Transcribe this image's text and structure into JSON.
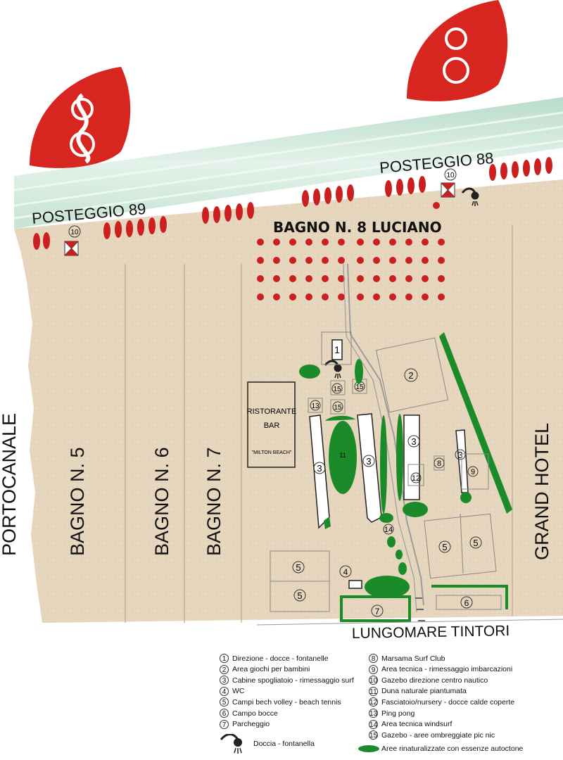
{
  "map": {
    "sea_labels": [
      "POSTEGGIO 89",
      "POSTEGGIO 88"
    ],
    "gazebo_number": "10",
    "bagno_title": "BAGNO N. 8 LUCIANO",
    "neighbors": [
      "PORTOCANALE",
      "BAGNO N. 5",
      "BAGNO N. 6",
      "BAGNO N. 7",
      "GRAND HOTEL"
    ],
    "restaurant": {
      "line1": "RISTORANTE",
      "line2": "BAR",
      "line3": "\"MILTON BEACH\""
    },
    "street": "LUNGOMARE TINTORI",
    "zone_numbers": [
      "1",
      "2",
      "3",
      "3",
      "3",
      "3",
      "4",
      "5",
      "5",
      "5",
      "5",
      "6",
      "7",
      "8",
      "9",
      "11",
      "12",
      "13",
      "14",
      "15",
      "15",
      "15"
    ],
    "colors": {
      "sand": "#e6d6bd",
      "sea": "#cde6d9",
      "umbrella": "#cc1f1f",
      "vegetation": "#1b8b2a",
      "flag": "#d7261f"
    }
  },
  "legend": {
    "items": [
      {
        "num": "1",
        "text": "Direzione - docce - fontanelle"
      },
      {
        "num": "2",
        "text": "Area giochi per bambini"
      },
      {
        "num": "3",
        "text": "Cabine spogliatoio - rimessaggio surf"
      },
      {
        "num": "4",
        "text": "WC"
      },
      {
        "num": "5",
        "text": "Campi bech volley - beach tennis"
      },
      {
        "num": "6",
        "text": "Campo bocce"
      },
      {
        "num": "7",
        "text": "Parcheggio"
      },
      {
        "num": "8",
        "text": "Marsama Surf Club"
      },
      {
        "num": "9",
        "text": "Area tecnica - rimessaggio imbarcazioni"
      },
      {
        "num": "10",
        "text": "Gazebo direzione centro nautico"
      },
      {
        "num": "11",
        "text": "Duna naturale piantumata"
      },
      {
        "num": "12",
        "text": "Fasciatoio/nursery - docce calde coperte"
      },
      {
        "num": "13",
        "text": "Ping pong"
      },
      {
        "num": "14",
        "text": "Area tecnica windsurf"
      },
      {
        "num": "15",
        "text": "Gazebo - aree ombreggiate pic nic"
      }
    ],
    "shower": "Doccia - fontanella",
    "green": "Aree rinaturalizzate con essenze autoctone"
  }
}
